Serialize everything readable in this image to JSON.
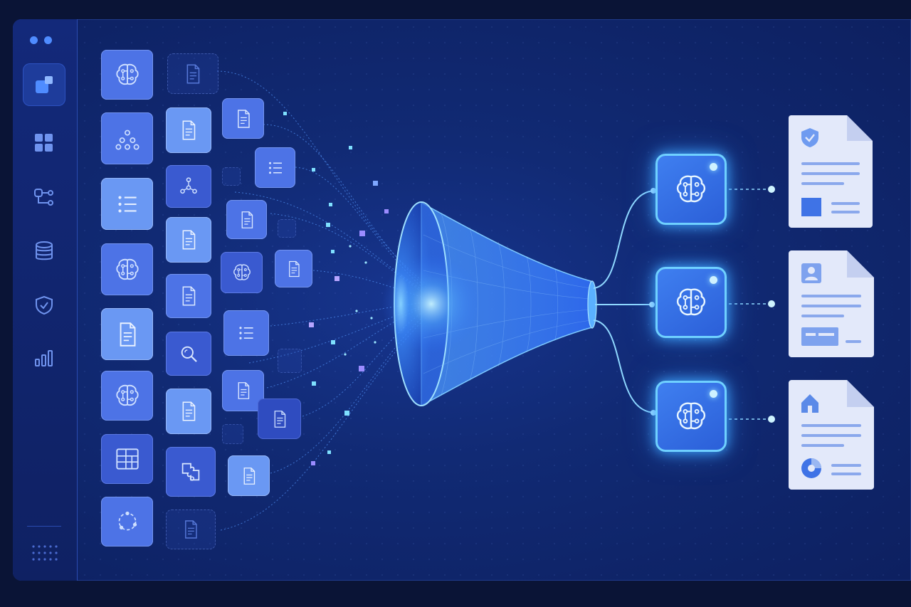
{
  "window": {
    "controls": [
      "window-dot-1",
      "window-dot-2"
    ]
  },
  "sidebar": {
    "items": [
      {
        "name": "cube-stack-icon",
        "active": true
      },
      {
        "name": "grid-icon",
        "active": false
      },
      {
        "name": "workflow-icon",
        "active": false
      },
      {
        "name": "database-icon",
        "active": false
      },
      {
        "name": "shield-icon",
        "active": false
      },
      {
        "name": "bar-chart-icon",
        "active": false
      }
    ],
    "footer_icon": "dots-grid-icon"
  },
  "pipeline": {
    "input_icons": [
      "brain-icon",
      "document-icon",
      "list-icon",
      "molecule-icon",
      "search-icon",
      "table-icon",
      "puzzle-icon"
    ],
    "funnel": "funnel-icon",
    "model_nodes": [
      "ai-model-node-1",
      "ai-model-node-2",
      "ai-model-node-3"
    ],
    "output_documents": [
      {
        "icon": "shield-check-icon",
        "name": "secure-report-document"
      },
      {
        "icon": "profile-icon",
        "name": "profile-document"
      },
      {
        "icon": "home-icon",
        "name": "property-report-document"
      }
    ]
  },
  "colors": {
    "background": "#0a1436",
    "accent": "#4f8cff",
    "glow": "#6fd0ff",
    "document": "#e6ecfb"
  }
}
